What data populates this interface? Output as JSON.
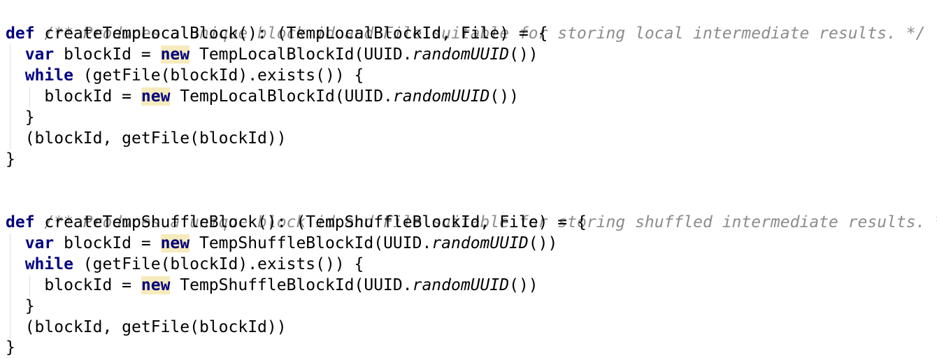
{
  "blocks": [
    {
      "comment": "/** Produces a unique block id and File suitable for storing local intermediate results. */",
      "sig_kw": "def",
      "sig_rest": " createTempLocalBlock(): (TempLocalBlockId, File) = {",
      "var_kw": "var",
      "var_mid": " blockId = ",
      "new_kw": "new",
      "var_ctor": " TempLocalBlockId(UUID.",
      "random": "randomUUID",
      "var_tail": "())",
      "while_kw": "while",
      "while_rest": " (getFile(blockId).exists()) {",
      "assign_mid": "blockId = ",
      "assign_ctor": " TempLocalBlockId(UUID.",
      "assign_tail": "())",
      "close_inner": "}",
      "ret": "(blockId, getFile(blockId))",
      "close_outer": "}"
    },
    {
      "comment": "/** Produces a unique block id and File suitable for storing shuffled intermediate results. */",
      "sig_kw": "def",
      "sig_rest": " createTempShuffleBlock(): (TempShuffleBlockId, File) = {",
      "var_kw": "var",
      "var_mid": " blockId = ",
      "new_kw": "new",
      "var_ctor": " TempShuffleBlockId(UUID.",
      "random": "randomUUID",
      "var_tail": "())",
      "while_kw": "while",
      "while_rest": " (getFile(blockId).exists()) {",
      "assign_mid": "blockId = ",
      "assign_ctor": " TempShuffleBlockId(UUID.",
      "assign_tail": "())",
      "close_inner": "}",
      "ret": "(blockId, getFile(blockId))",
      "close_outer": "}"
    }
  ]
}
